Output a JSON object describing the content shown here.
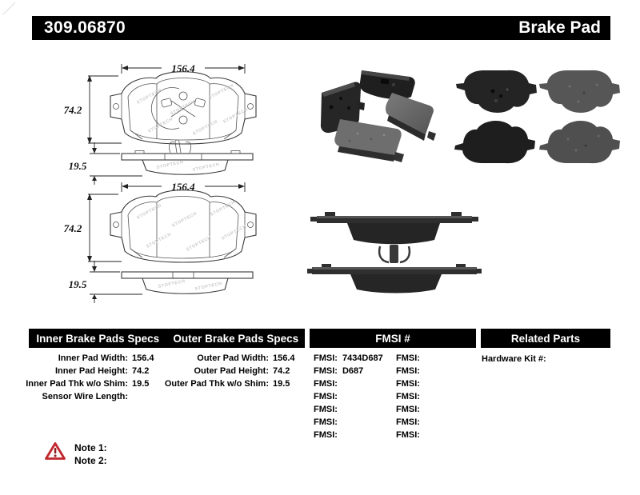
{
  "header": {
    "part_number": "309.06870",
    "product_name": "Brake Pad"
  },
  "colors": {
    "header_bg": "#000000",
    "header_text": "#ffffff",
    "warning_red": "#c1272d"
  },
  "drawings": {
    "watermark": "STOPTECH",
    "inner_pad": {
      "width_label": "156.4",
      "height_label": "74.2",
      "thickness_label": "19.5"
    },
    "outer_pad": {
      "width_label": "156.4",
      "height_label": "74.2",
      "thickness_label": "19.5"
    }
  },
  "specs": {
    "inner": {
      "title": "Inner Brake Pads Specs",
      "rows": [
        {
          "label": "Inner Pad Width:",
          "value": "156.4"
        },
        {
          "label": "Inner Pad Height:",
          "value": "74.2"
        },
        {
          "label": "Inner Pad Thk w/o Shim:",
          "value": "19.5"
        },
        {
          "label": "Sensor Wire Length:",
          "value": ""
        }
      ]
    },
    "outer": {
      "title": "Outer Brake Pads Specs",
      "rows": [
        {
          "label": "Outer Pad Width:",
          "value": "156.4"
        },
        {
          "label": "Outer Pad Height:",
          "value": "74.2"
        },
        {
          "label": "Outer Pad Thk w/o Shim:",
          "value": "19.5"
        }
      ]
    },
    "fmsi": {
      "title": "FMSI #",
      "left_column": [
        {
          "label": "FMSI:",
          "value": "7434D687"
        },
        {
          "label": "FMSI:",
          "value": "D687"
        },
        {
          "label": "FMSI:",
          "value": ""
        },
        {
          "label": "FMSI:",
          "value": ""
        },
        {
          "label": "FMSI:",
          "value": ""
        },
        {
          "label": "FMSI:",
          "value": ""
        },
        {
          "label": "FMSI:",
          "value": ""
        }
      ],
      "right_column": [
        {
          "label": "FMSI:",
          "value": ""
        },
        {
          "label": "FMSI:",
          "value": ""
        },
        {
          "label": "FMSI:",
          "value": ""
        },
        {
          "label": "FMSI:",
          "value": ""
        },
        {
          "label": "FMSI:",
          "value": ""
        },
        {
          "label": "FMSI:",
          "value": ""
        },
        {
          "label": "FMSI:",
          "value": ""
        }
      ]
    },
    "related": {
      "title": "Related Parts",
      "rows": [
        {
          "label": "Hardware Kit #:",
          "value": ""
        }
      ]
    }
  },
  "notes": [
    {
      "label": "Note 1:",
      "value": ""
    },
    {
      "label": "Note 2:",
      "value": ""
    }
  ]
}
